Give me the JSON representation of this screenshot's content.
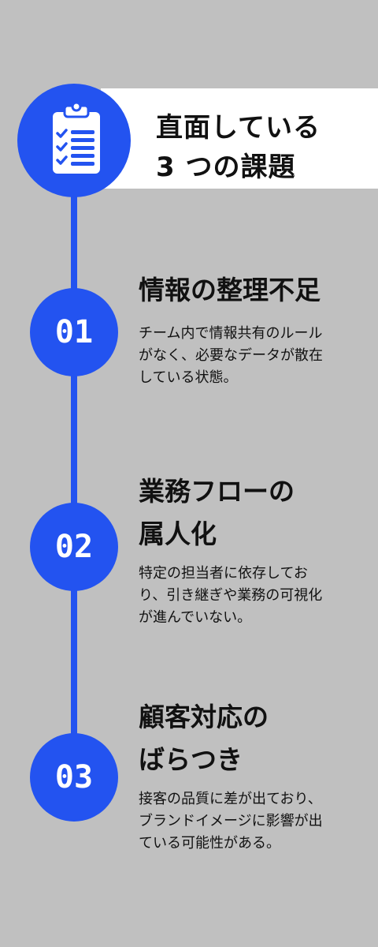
{
  "colors": {
    "background": "#c0c0c0",
    "accent": "#2353f0",
    "title_box": "#ffffff",
    "text": "#111111",
    "circle_text": "#ffffff"
  },
  "header": {
    "icon": "clipboard-checklist-icon",
    "title_line1": "直面している",
    "title_line2": "3 つの課題"
  },
  "issues": [
    {
      "number": "01",
      "heading_line1": "情報の整理不足",
      "heading_line2": "",
      "description": "チーム内で情報共有のルール\nがなく、必要なデータが散在\nしている状態。"
    },
    {
      "number": "02",
      "heading_line1": "業務フローの",
      "heading_line2": "属人化",
      "description": "特定の担当者に依存してお\nり、引き継ぎや業務の可視化\nが進んでいない。"
    },
    {
      "number": "03",
      "heading_line1": "顧客対応の",
      "heading_line2": "ばらつき",
      "description": "接客の品質に差が出ており、\nブランドイメージに影響が出\nている可能性がある。"
    }
  ]
}
